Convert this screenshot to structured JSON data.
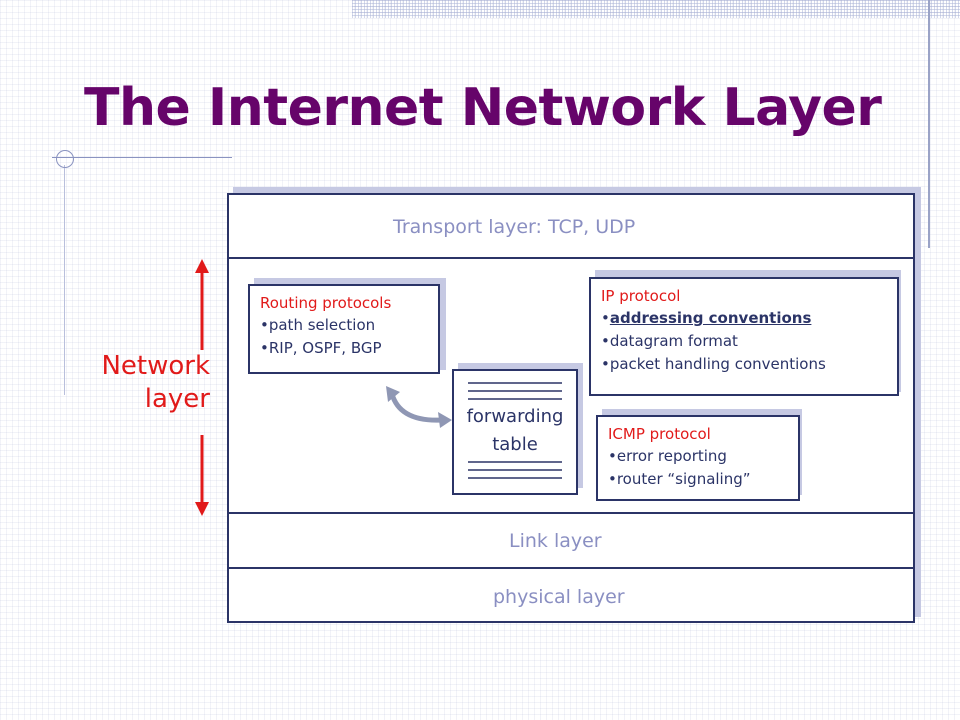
{
  "title": "The Internet Network Layer",
  "left_label": {
    "line1": "Network",
    "line2": "layer"
  },
  "layers": {
    "transport": "Transport layer: TCP, UDP",
    "link": "Link layer",
    "physical": "physical layer"
  },
  "routing": {
    "title": "Routing protocols",
    "items": [
      "•path selection",
      "•RIP, OSPF, BGP"
    ]
  },
  "ip": {
    "title": "IP protocol",
    "items": [
      "•",
      "addressing conventions",
      "•datagram format",
      "•packet handling conventions"
    ]
  },
  "icmp": {
    "title": "ICMP protocol",
    "items": [
      "•error reporting",
      "•router “signaling”"
    ]
  },
  "forwarding": {
    "line1": "forwarding",
    "line2": "table"
  },
  "colors": {
    "title": "#66046a",
    "accent": "#e11a1a",
    "box": "#2b3467",
    "layer_text": "#8a8fc2"
  }
}
